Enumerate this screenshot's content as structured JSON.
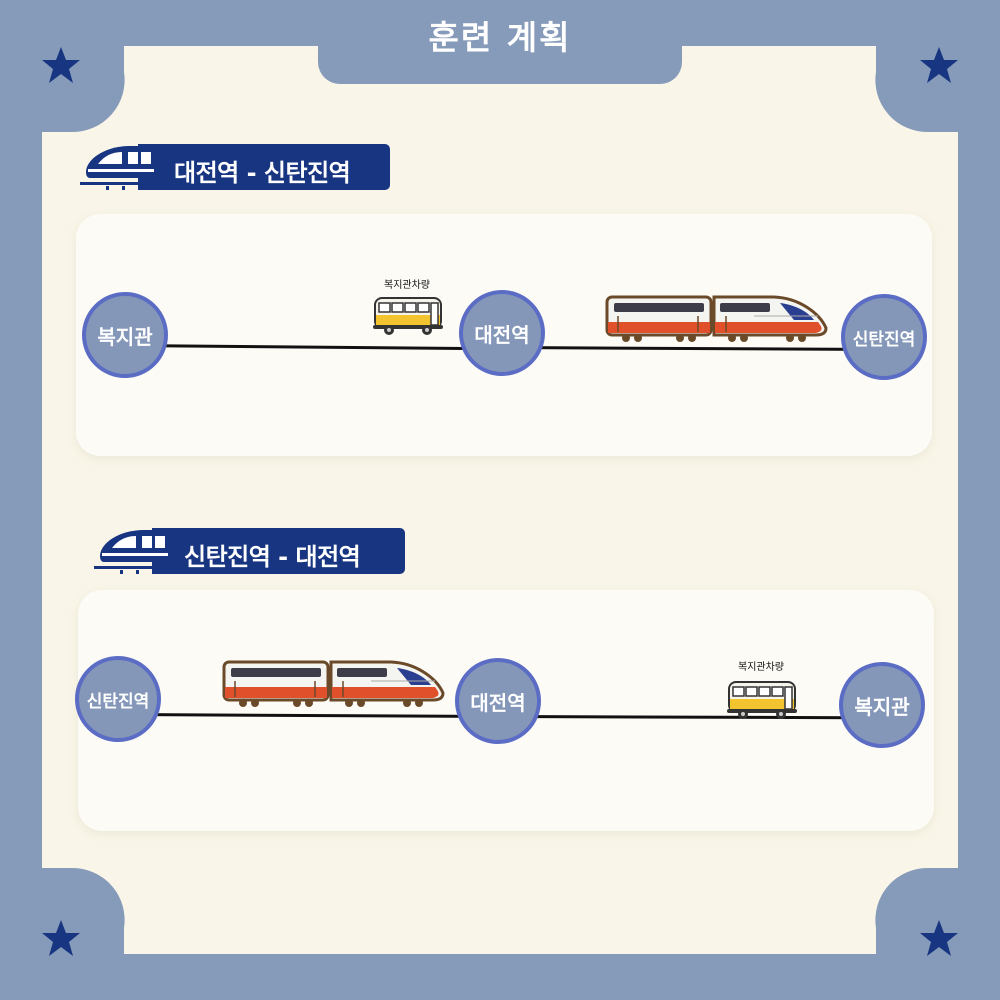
{
  "page": {
    "title": "훈련 계획"
  },
  "colors": {
    "background": "#869ab9",
    "panel": "#f9f6e9",
    "banner": "#173580",
    "station_fill": "#8497b9",
    "station_border": "#5a6cc4",
    "star": "#173580"
  },
  "icons": [
    "star-icon",
    "train-icon",
    "bus-icon",
    "ktx-train-icon"
  ],
  "sections": [
    {
      "banner": "대전역 - 신탄진역",
      "stations": [
        "복지관",
        "대전역",
        "신탄진역"
      ],
      "bus_label": "복지관차량"
    },
    {
      "banner": "신탄진역 - 대전역",
      "stations": [
        "신탄진역",
        "대전역",
        "복지관"
      ],
      "bus_label": "복지관차량"
    }
  ]
}
